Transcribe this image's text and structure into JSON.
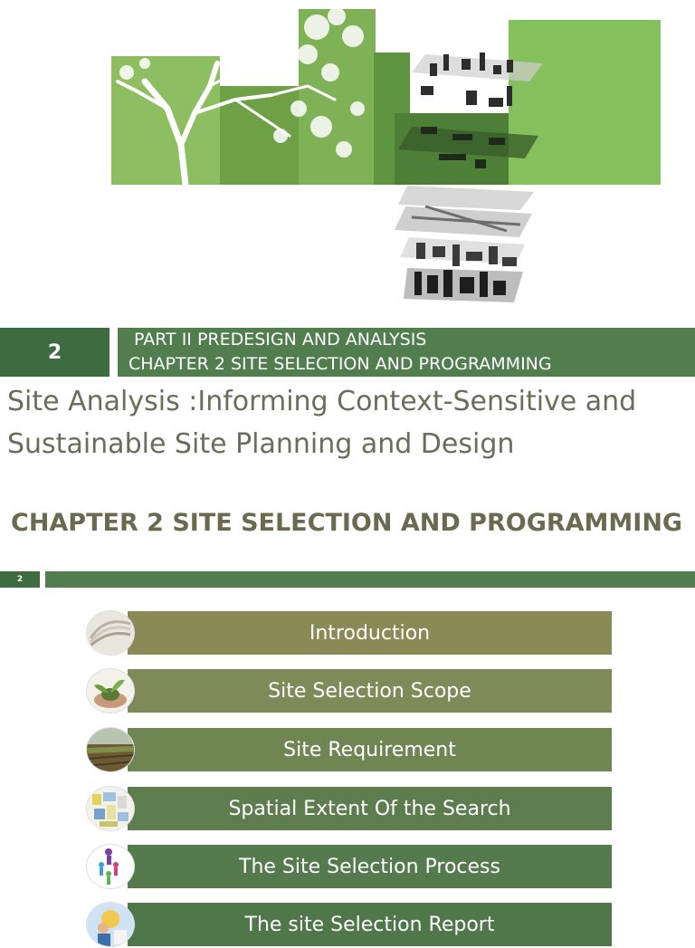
{
  "header": {
    "slide_number": "2",
    "part_line": "PART II PREDESIGN AND ANALYSIS",
    "chapter_line": "CHAPTER 2 SITE SELECTION AND PROGRAMMING"
  },
  "book_title": {
    "line1": "Site Analysis :Informing Context-Sensitive and",
    "line2": "Sustainable Site Planning and Design"
  },
  "chapter_heading": "CHAPTER 2 SITE SELECTION AND PROGRAMMING",
  "mini_slide_number": "2",
  "menu": [
    {
      "label": "Introduction",
      "icon": "book-pages-icon",
      "color": "#8a8a57"
    },
    {
      "label": "Site Selection Scope",
      "icon": "plant-in-hands-icon",
      "color": "#7e8a58"
    },
    {
      "label": "Site Requirement",
      "icon": "field-landscape-icon",
      "color": "#6f8552"
    },
    {
      "label": "Spatial Extent Of the Search",
      "icon": "map-grid-icon",
      "color": "#5e7d4f"
    },
    {
      "label": "The Site Selection Process",
      "icon": "people-figures-icon",
      "color": "#557a4d"
    },
    {
      "label": "The site Selection Report",
      "icon": "report-person-icon",
      "color": "#4f774a"
    }
  ],
  "colors": {
    "dark_green": "#3f6b40",
    "mid_green": "#527d4f",
    "light_green": "#7fb85a",
    "text_grey": "#6d6b5c"
  }
}
